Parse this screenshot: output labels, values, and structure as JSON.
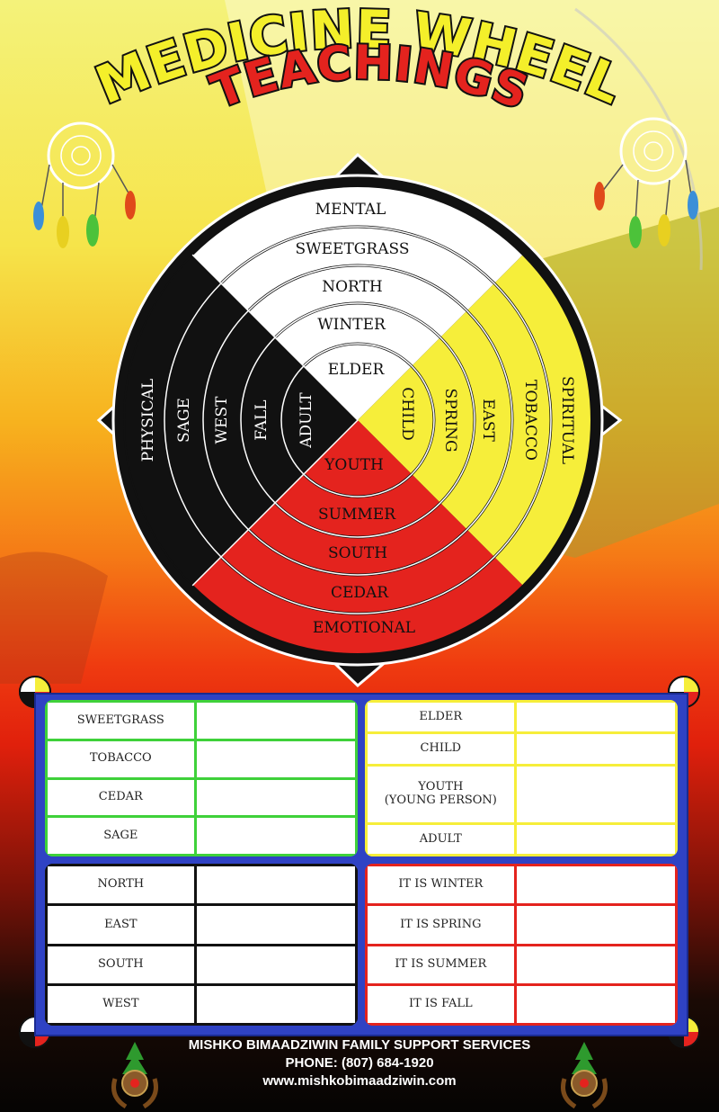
{
  "title": {
    "line1": "MEDICINE WHEEL",
    "line2": "TEACHINGS"
  },
  "colors": {
    "white": "#ffffff",
    "yellow": "#f6ee3a",
    "red": "#e4231e",
    "black": "#111111",
    "green_border": "#3fd13a",
    "panel_blue": "#2f42c4"
  },
  "icons": [
    "dreamcatcher-icon",
    "medicine-wheel-icon",
    "organization-logo-icon"
  ],
  "wheel": {
    "north": [
      "MENTAL",
      "SWEETGRASS",
      "NORTH",
      "WINTER",
      "ELDER"
    ],
    "east": [
      "SPIRITUAL",
      "TOBACCO",
      "EAST",
      "SPRING",
      "CHILD"
    ],
    "south": [
      "EMOTIONAL",
      "CEDAR",
      "SOUTH",
      "SUMMER",
      "YOUTH"
    ],
    "west": [
      "PHYSICAL",
      "SAGE",
      "WEST",
      "FALL",
      "ADULT"
    ]
  },
  "worksheet": {
    "medicines": [
      "SWEETGRASS",
      "TOBACCO",
      "CEDAR",
      "SAGE"
    ],
    "stages": [
      "ELDER",
      "CHILD",
      "YOUTH",
      "(YOUNG PERSON)",
      "ADULT"
    ],
    "directions": [
      "NORTH",
      "EAST",
      "SOUTH",
      "WEST"
    ],
    "seasons": [
      "IT IS WINTER",
      "IT IS SPRING",
      "IT IS SUMMER",
      "IT IS FALL"
    ]
  },
  "footer": {
    "org": "MISHKO BIMAADZIWIN FAMILY SUPPORT SERVICES",
    "phone": "PHONE: (807) 684-1920",
    "url": "www.mishkobimaadziwin.com"
  }
}
